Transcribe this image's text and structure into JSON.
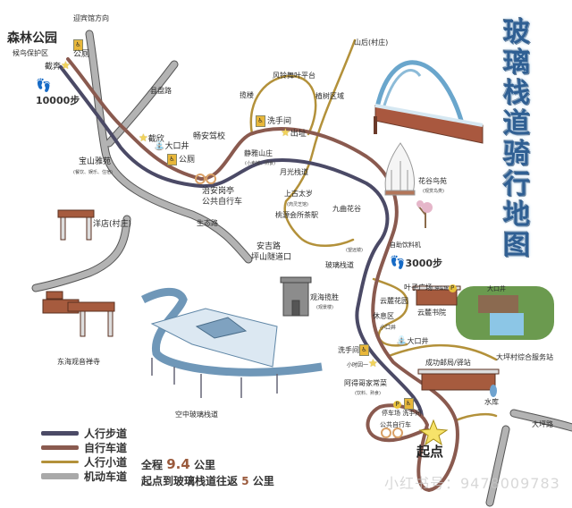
{
  "title": [
    "玻",
    "璃",
    "栈",
    "道",
    "骑",
    "行",
    "地",
    "图"
  ],
  "colors": {
    "pedestrian": "#4b4a66",
    "bike": "#8a5a4f",
    "trail": "#b3913a",
    "motor": "#a9a9a9",
    "title": "#2f5f93"
  },
  "places": {
    "forest_park": "森林公园",
    "bird_reserve": "候鸟保护区",
    "guesthouse_direction": "迎宾馆方向",
    "toilet_1": "公厕",
    "checkin_1": "截奔",
    "steps_10000": "10000步",
    "road_1": "县盘路",
    "checkin_2": "截欣",
    "big_well_1": "大口井",
    "toilet_2": "公厕",
    "driving_school": "畅安驾校",
    "baoshan": "宝山雅苑",
    "baoshan_sub": "(餐饮、娱乐、住宿)",
    "bike_station": "治安岗亭",
    "bike_station_2": "公共自行车",
    "eco_road": "生态路",
    "yangdian": "洋店(村庄)",
    "anji_road": "安吉路",
    "pingshan_tunnel": "坪山隧道口",
    "shanhou": "山后(村庄)",
    "fengling": "风铃舞叶平台",
    "lanlou": "揽楼",
    "planting": "植树区域",
    "washroom_1": "洗手间",
    "exit": "出址",
    "jingya": "静雅山庄",
    "jingya_sub": "(小卖铺、熟食)",
    "moonlight": "月光栈道",
    "shanggu": "上古太岁",
    "shanggu_sub": "(肉灵芝馆)",
    "taoyuan": "桃源会所茶駅",
    "jiuqu": "九曲花谷",
    "huagu_bird": "花谷鸟苑",
    "huagu_bird_sub": "(观赏鸟类)",
    "telescope": "(望远镜)",
    "vending": "自助饮料机",
    "steps_3000": "3000步",
    "glass_walkway": "玻璃栈道",
    "guanhai": "观海揽胜",
    "guanhai_sub": "(观景楼)",
    "yezi_square": "叶子广场",
    "parking_1": "停车场",
    "yunlu_garden": "云麓花园",
    "yunlu_academy": "云麓书院",
    "rest_area": "休息区",
    "small_well": "小口井",
    "big_well_2": "大口井",
    "big_well_3": "大口井",
    "washroom_2": "洗手间",
    "xiaohu": "小时因一",
    "adege": "阿得哥家常菜",
    "adege_sub": "(饮料、熟食)",
    "post_office": "成功邮局/驿站",
    "daping_service": "大坪村综合服务站",
    "reservoir": "水库",
    "daping_road": "大坪路",
    "parking_wash": "停车场 洗手间",
    "public_bike": "公共自行车",
    "start": "起点",
    "temple": "东海观音禅寺",
    "sky_walkway": "空中玻璃栈道"
  },
  "legend": [
    {
      "label": "人行步道",
      "color": "#4b4a66"
    },
    {
      "label": "自行车道",
      "color": "#8a5a4f"
    },
    {
      "label": "人行小道",
      "color": "#b3913a"
    },
    {
      "label": "机动车道",
      "color": "#a9a9a9"
    }
  ],
  "info": {
    "total_prefix": "全程",
    "total_value": "9.4",
    "total_unit": "公里",
    "roundtrip_prefix": "起点到玻璃栈道往返",
    "roundtrip_value": "5",
    "roundtrip_unit": "公里"
  },
  "watermark": "小红书号：9478009783"
}
